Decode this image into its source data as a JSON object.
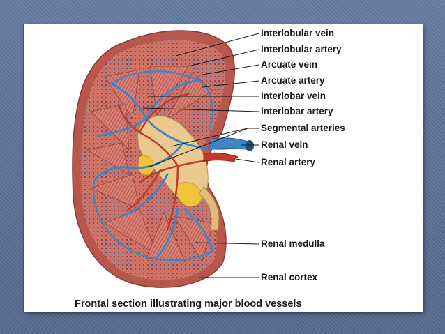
{
  "labels": [
    "Interlobular vein",
    "Interlobular artery",
    "Arcuate vein",
    "Arcuate artery",
    "Interlobar vein",
    "Interlobar artery",
    "Segmental arteries",
    "Renal vein",
    "Renal artery",
    "Renal medulla",
    "Renal cortex"
  ],
  "caption": "Frontal section illustrating major blood vessels",
  "colors": {
    "background": "#5a6f98",
    "slide": "#ffffff",
    "cortex": "#c96a5e",
    "medulla": "#d98277",
    "vein": "#3f86c8",
    "artery": "#c0392b",
    "pelvis": "#e6c37a",
    "fat": "#f0c43a"
  }
}
